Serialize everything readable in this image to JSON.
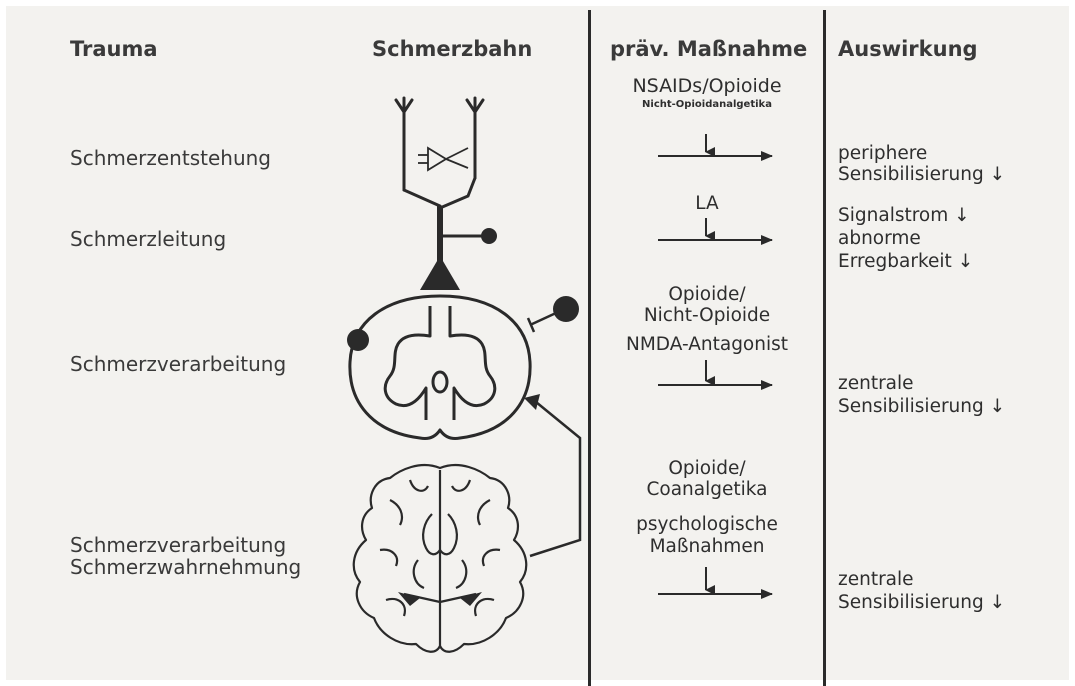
{
  "headers": {
    "trauma": "Trauma",
    "schmerzbahn": "Schmerzbahn",
    "massnahme": "präv. Maßnahme",
    "auswirkung": "Auswirkung"
  },
  "rows": {
    "entstehung": {
      "label": "Schmerzentstehung",
      "measure_line1": "NSAIDs/Opioide",
      "measure_line2": "Nicht-Opioidanalgetika",
      "effect_line1": "periphere",
      "effect_line2": "Sensibilisierung ↓"
    },
    "leitung": {
      "label": "Schmerzleitung",
      "measure_line1": "LA",
      "effect_line1": "Signalstrom ↓",
      "effect_line2": "abnorme",
      "effect_line3": "Erregbarkeit ↓"
    },
    "verarbeitung": {
      "label": "Schmerzverarbeitung",
      "measure_line1": "Opioide/",
      "measure_line2": "Nicht-Opioide",
      "measure_line3": "NMDA-Antagonist",
      "effect_line1": "zentrale",
      "effect_line2": "Sensibilisierung ↓"
    },
    "wahrnehmung": {
      "label_line1": "Schmerzverarbeitung",
      "label_line2": "Schmerzwahrnehmung",
      "measure_line1": "Opioide/",
      "measure_line2": "Coanalgetika",
      "measure_line3": "psychologische",
      "measure_line4": "Maßnahmen",
      "effect_line1": "zentrale",
      "effect_line2": "Sensibilisierung ↓"
    }
  },
  "colors": {
    "ink": "#2a2a2a",
    "paper": "#f3f2ef"
  }
}
